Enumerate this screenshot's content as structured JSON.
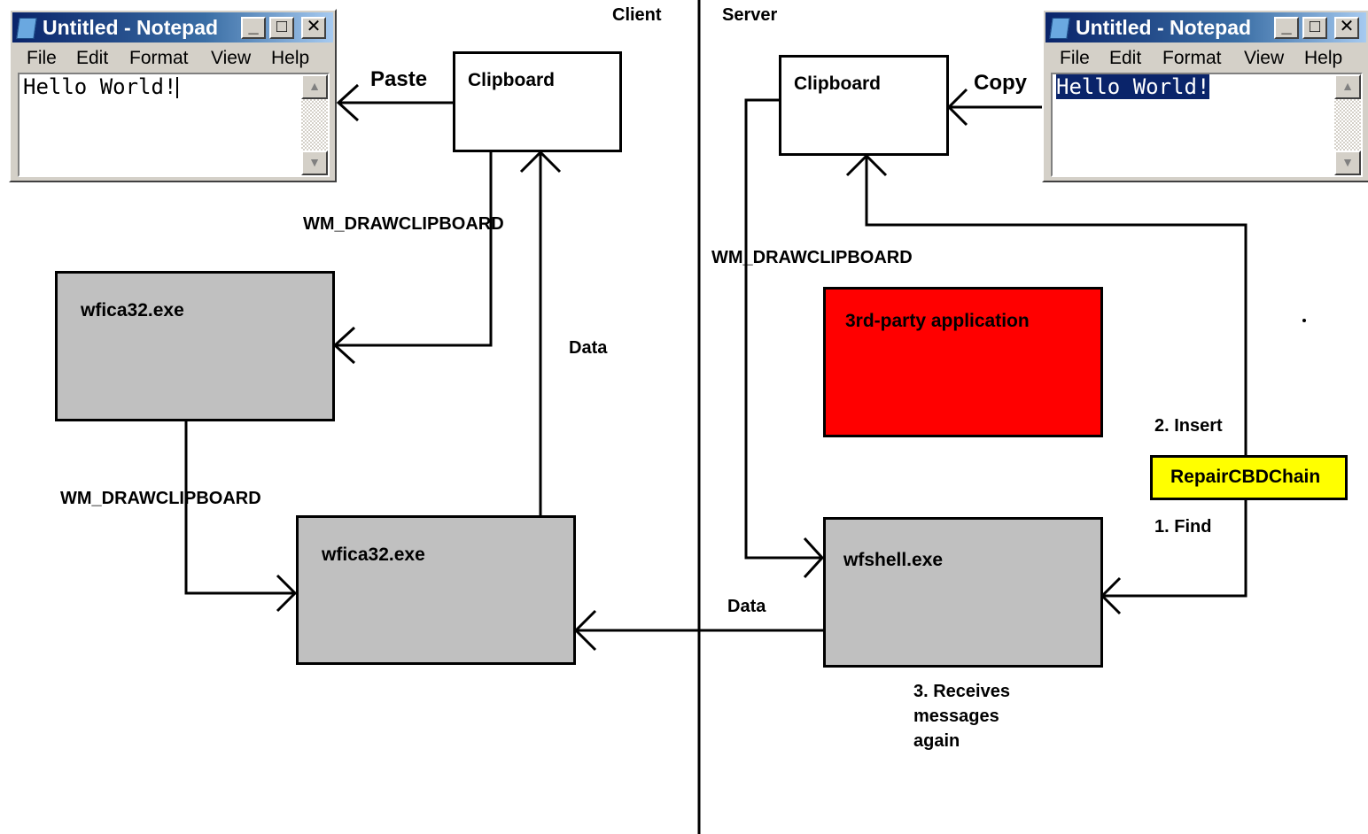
{
  "headings": {
    "client": "Client",
    "server": "Server"
  },
  "notepad_left": {
    "title": "Untitled - Notepad",
    "menus": [
      "File",
      "Edit",
      "Format",
      "View",
      "Help"
    ],
    "text": "Hello World!",
    "minimize": "_",
    "maximize": "□",
    "close": "✕"
  },
  "notepad_right": {
    "title": "Untitled - Notepad",
    "menus": [
      "File",
      "Edit",
      "Format",
      "View",
      "Help"
    ],
    "text": "Hello World!",
    "minimize": "_",
    "maximize": "□",
    "close": "✕"
  },
  "boxes": {
    "clipboard_client": "Clipboard",
    "clipboard_server": "Clipboard",
    "wfica_top": "wfica32.exe",
    "wfica_bottom": "wfica32.exe",
    "third_party": "3rd-party application",
    "wfshell": "wfshell.exe",
    "repair": "RepairCBDChain"
  },
  "labels": {
    "paste": "Paste",
    "copy": "Copy",
    "wm_client_top": "WM_DRAWCLIPBOARD",
    "wm_client_left": "WM_DRAWCLIPBOARD",
    "wm_server": "WM_DRAWCLIPBOARD",
    "data_client": "Data",
    "data_bridge": "Data",
    "insert": "2. Insert",
    "find": "1. Find",
    "receives": [
      "3. Receives",
      "messages",
      "again"
    ]
  },
  "colors": {
    "process_box": "#c0c0c0",
    "third_party": "#ff0000",
    "repair": "#ffff00",
    "titlebar": "#0a246a"
  }
}
